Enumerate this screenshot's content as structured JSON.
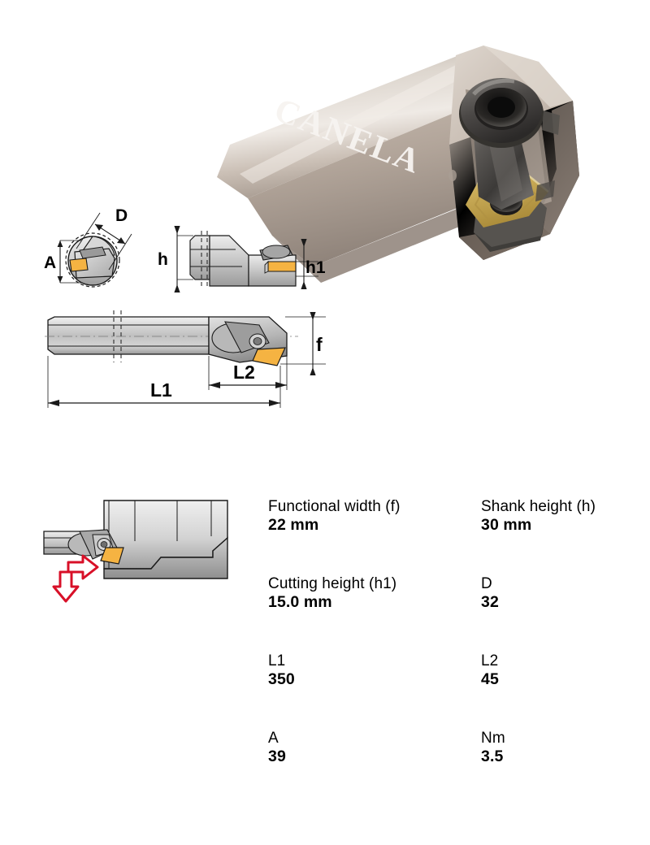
{
  "product": {
    "brand_text": "CANELA",
    "type": "boring-bar-tool-holder",
    "body_color": "#c3b6ab",
    "body_highlight_color": "#e6dfd8",
    "body_shadow_color": "#9d9088",
    "clamp_color": "#4a4744",
    "clamp_highlight_color": "#8d8a86",
    "insert_color": "#c9a74a",
    "insert_shadow_color": "#8f7531",
    "seat_color": "#6e6b68"
  },
  "drawings": {
    "endview": {
      "name": "end-view-diagram",
      "dimension_a": "A",
      "dimension_d": "D"
    },
    "sideview": {
      "name": "side-view-diagram",
      "dimension_h": "h",
      "dimension_h1": "h1"
    },
    "fulllength": {
      "name": "full-length-diagram",
      "dimension_l1": "L1",
      "dimension_l2": "L2",
      "dimension_f": "f"
    },
    "application": {
      "name": "application-diagram",
      "arrow_color": "#d81028",
      "arrow_feed_radial": "arrow-right",
      "arrow_feed_axial": "arrow-down"
    },
    "colors": {
      "steel_light": "#e9e9e9",
      "steel_mid": "#c4c4c4",
      "steel_dark": "#9a9a9a",
      "insert_orange": "#f5b342",
      "outline": "#1a1a1a"
    }
  },
  "specs": {
    "rows": [
      {
        "left": {
          "label": "Functional width (f)",
          "value": "22 mm"
        },
        "right": {
          "label": "Shank height (h)",
          "value": "30 mm"
        }
      },
      {
        "left": {
          "label": "Cutting height (h1)",
          "value": "15.0 mm"
        },
        "right": {
          "label": "D",
          "value": "32"
        }
      },
      {
        "left": {
          "label": "L1",
          "value": "350"
        },
        "right": {
          "label": "L2",
          "value": "45"
        }
      },
      {
        "left": {
          "label": "A",
          "value": "39"
        },
        "right": {
          "label": "Nm",
          "value": "3.5"
        }
      }
    ]
  }
}
